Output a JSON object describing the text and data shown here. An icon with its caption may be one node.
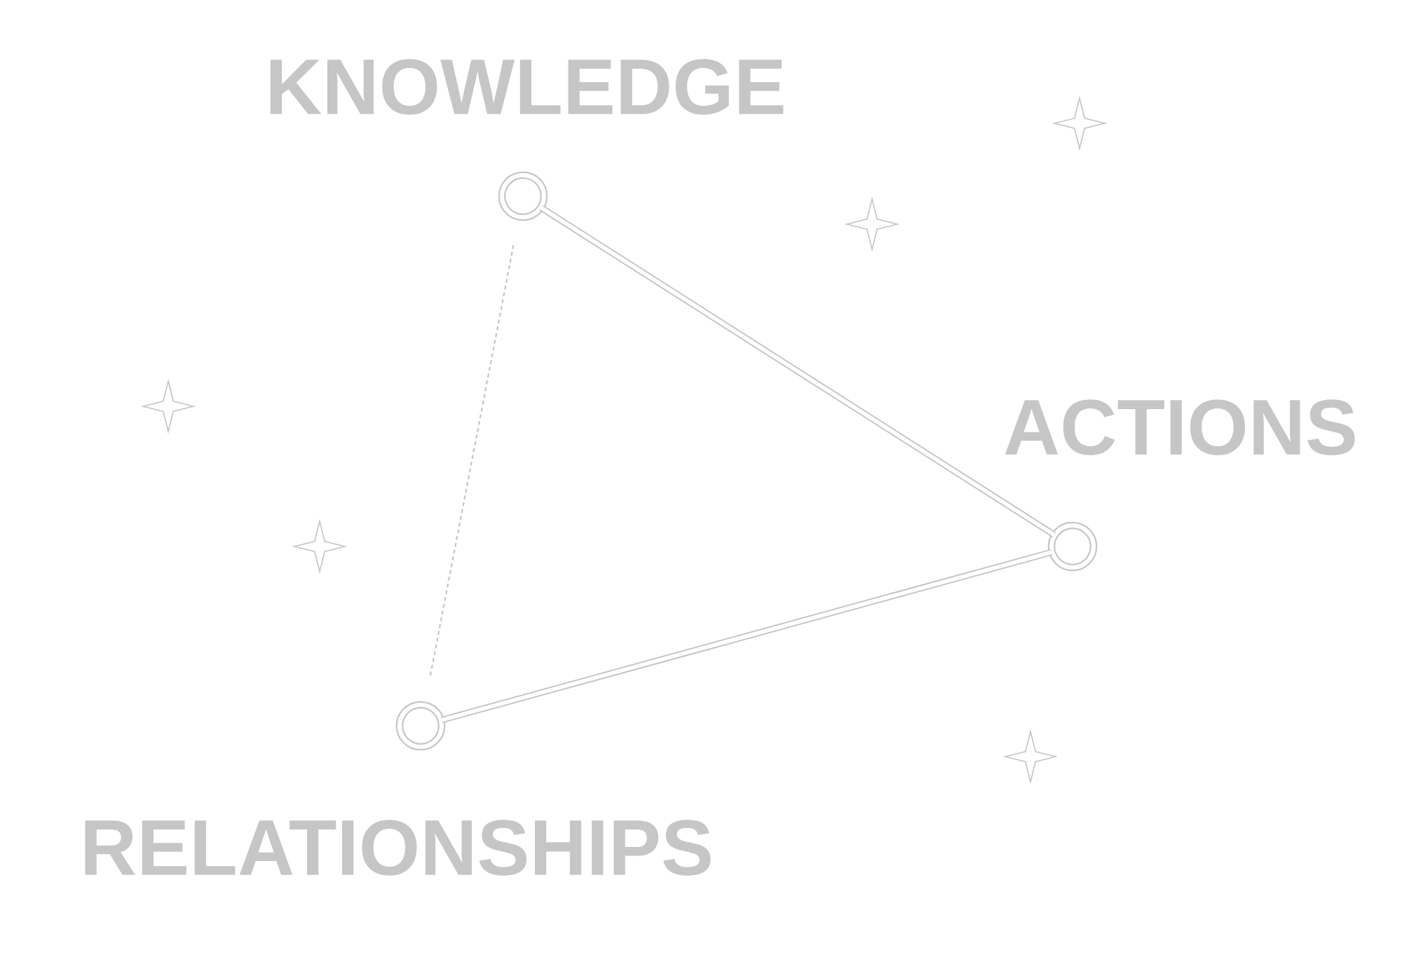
{
  "diagram": {
    "nodes": [
      {
        "text": [
          "KNOWLEDGE"
        ]
      },
      {
        "text": [
          "ACTIONS"
        ]
      },
      {
        "text": [
          "RELATIONSHIPS"
        ]
      }
    ],
    "edges": [
      {
        "from": 0,
        "to": 1,
        "arrow": "none"
      },
      {
        "from": 2,
        "to": 1,
        "arrow": "none"
      },
      {
        "from": 0,
        "to": 2,
        "arrow": "none",
        "style": "dashed"
      }
    ]
  }
}
